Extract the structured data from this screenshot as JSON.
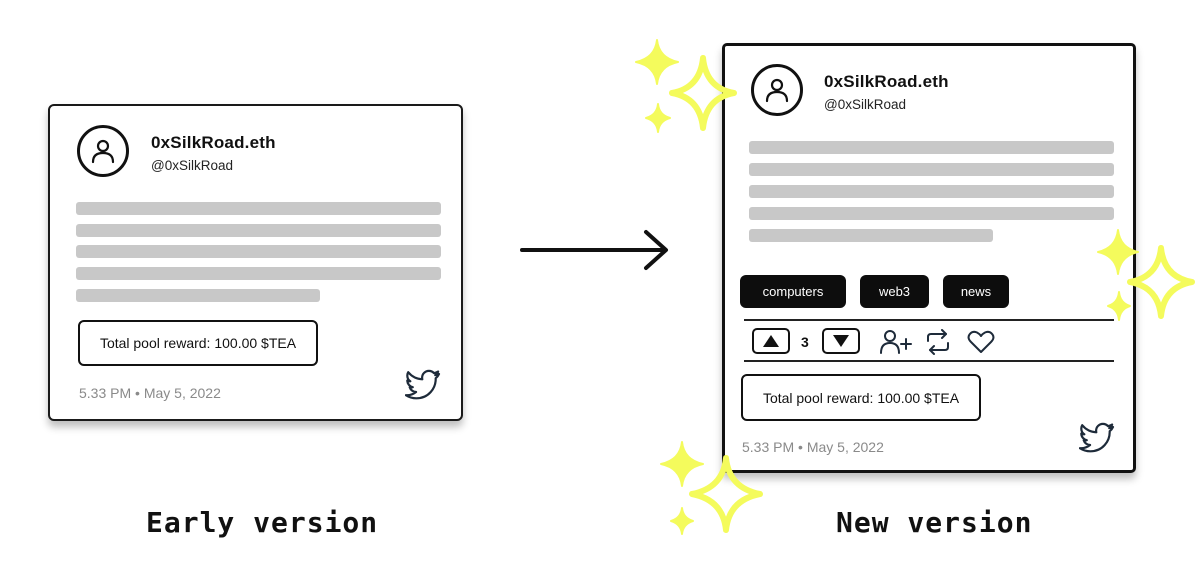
{
  "early": {
    "display_name": "0xSilkRoad.eth",
    "handle": "@0xSilkRoad",
    "reward": "Total pool reward: 100.00 $TEA",
    "timestamp": "5.33 PM • May 5, 2022",
    "label": "Early version"
  },
  "new": {
    "display_name": "0xSilkRoad.eth",
    "handle": "@0xSilkRoad",
    "tags": [
      "computers",
      "web3",
      "news"
    ],
    "vote_count": "3",
    "reward": "Total pool reward: 100.00 $TEA",
    "timestamp": "5.33 PM • May 5, 2022",
    "label": "New version"
  },
  "icons": {
    "avatar": "user-icon",
    "twitter": "twitter-bird-icon",
    "arrow": "arrow-right-icon",
    "upvote": "triangle-up-icon",
    "downvote": "triangle-down-icon",
    "follow": "user-plus-icon",
    "retweet": "retweet-icon",
    "like": "heart-icon",
    "sparkle": "sparkle-icon"
  },
  "colors": {
    "sparkle": "#f4fb5c",
    "placeholder_bar": "#c8c8c8",
    "tag_bg": "#0d0d0d",
    "timestamp": "#8a8a8a"
  }
}
